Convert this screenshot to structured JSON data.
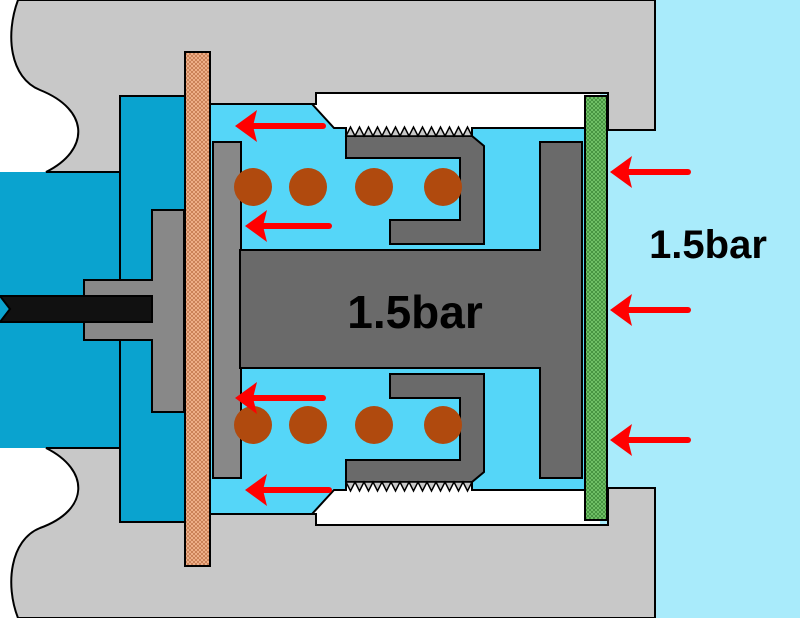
{
  "labels": {
    "outside_pressure": "1.5bar",
    "inner_pressure": "1.5bar"
  },
  "colors": {
    "housing": "#c8c8c8",
    "outer_fluid": "#a9ebfb",
    "inner_fluid": "#55d6f8",
    "side_fluid": "#0aa3cf",
    "metal_dark": "#6a6a6a",
    "metal_mid": "#888888",
    "spring": "#b04a0e",
    "left_membrane": "#f2b58e",
    "right_membrane": "#74c46a",
    "arrow": "#ff0000",
    "stroke": "#000000"
  },
  "icons": {
    "arrow": "red-left-arrow",
    "spring_coil": "spring-coil-dot"
  }
}
